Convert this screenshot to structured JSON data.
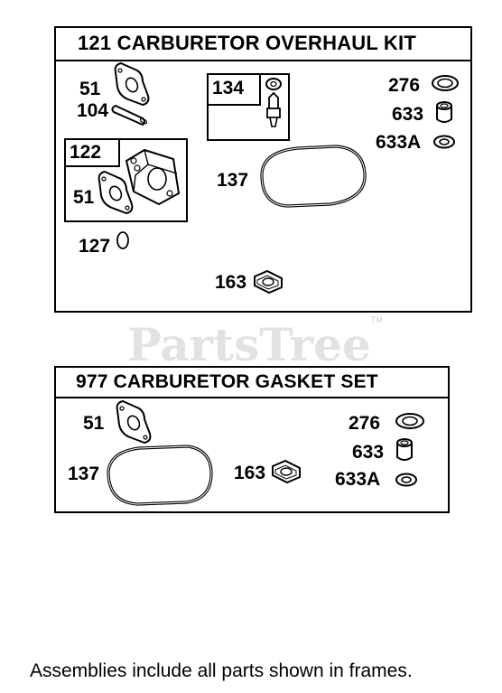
{
  "kit1": {
    "title": "121 CARBURETOR OVERHAUL KIT",
    "sub_134": "134",
    "sub_122": "122",
    "parts": {
      "p51a": "51",
      "p104": "104",
      "p51b": "51",
      "p127": "127",
      "p137": "137",
      "p163": "163",
      "p276": "276",
      "p633": "633",
      "p633a": "633A"
    }
  },
  "kit2": {
    "title": "977 CARBURETOR  GASKET SET",
    "parts": {
      "p51": "51",
      "p137": "137",
      "p163": "163",
      "p276": "276",
      "p633": "633",
      "p633a": "633A"
    }
  },
  "watermark": {
    "text": "PartsTree",
    "mark": "TM"
  },
  "footnote": "Assemblies include all parts shown in frames."
}
